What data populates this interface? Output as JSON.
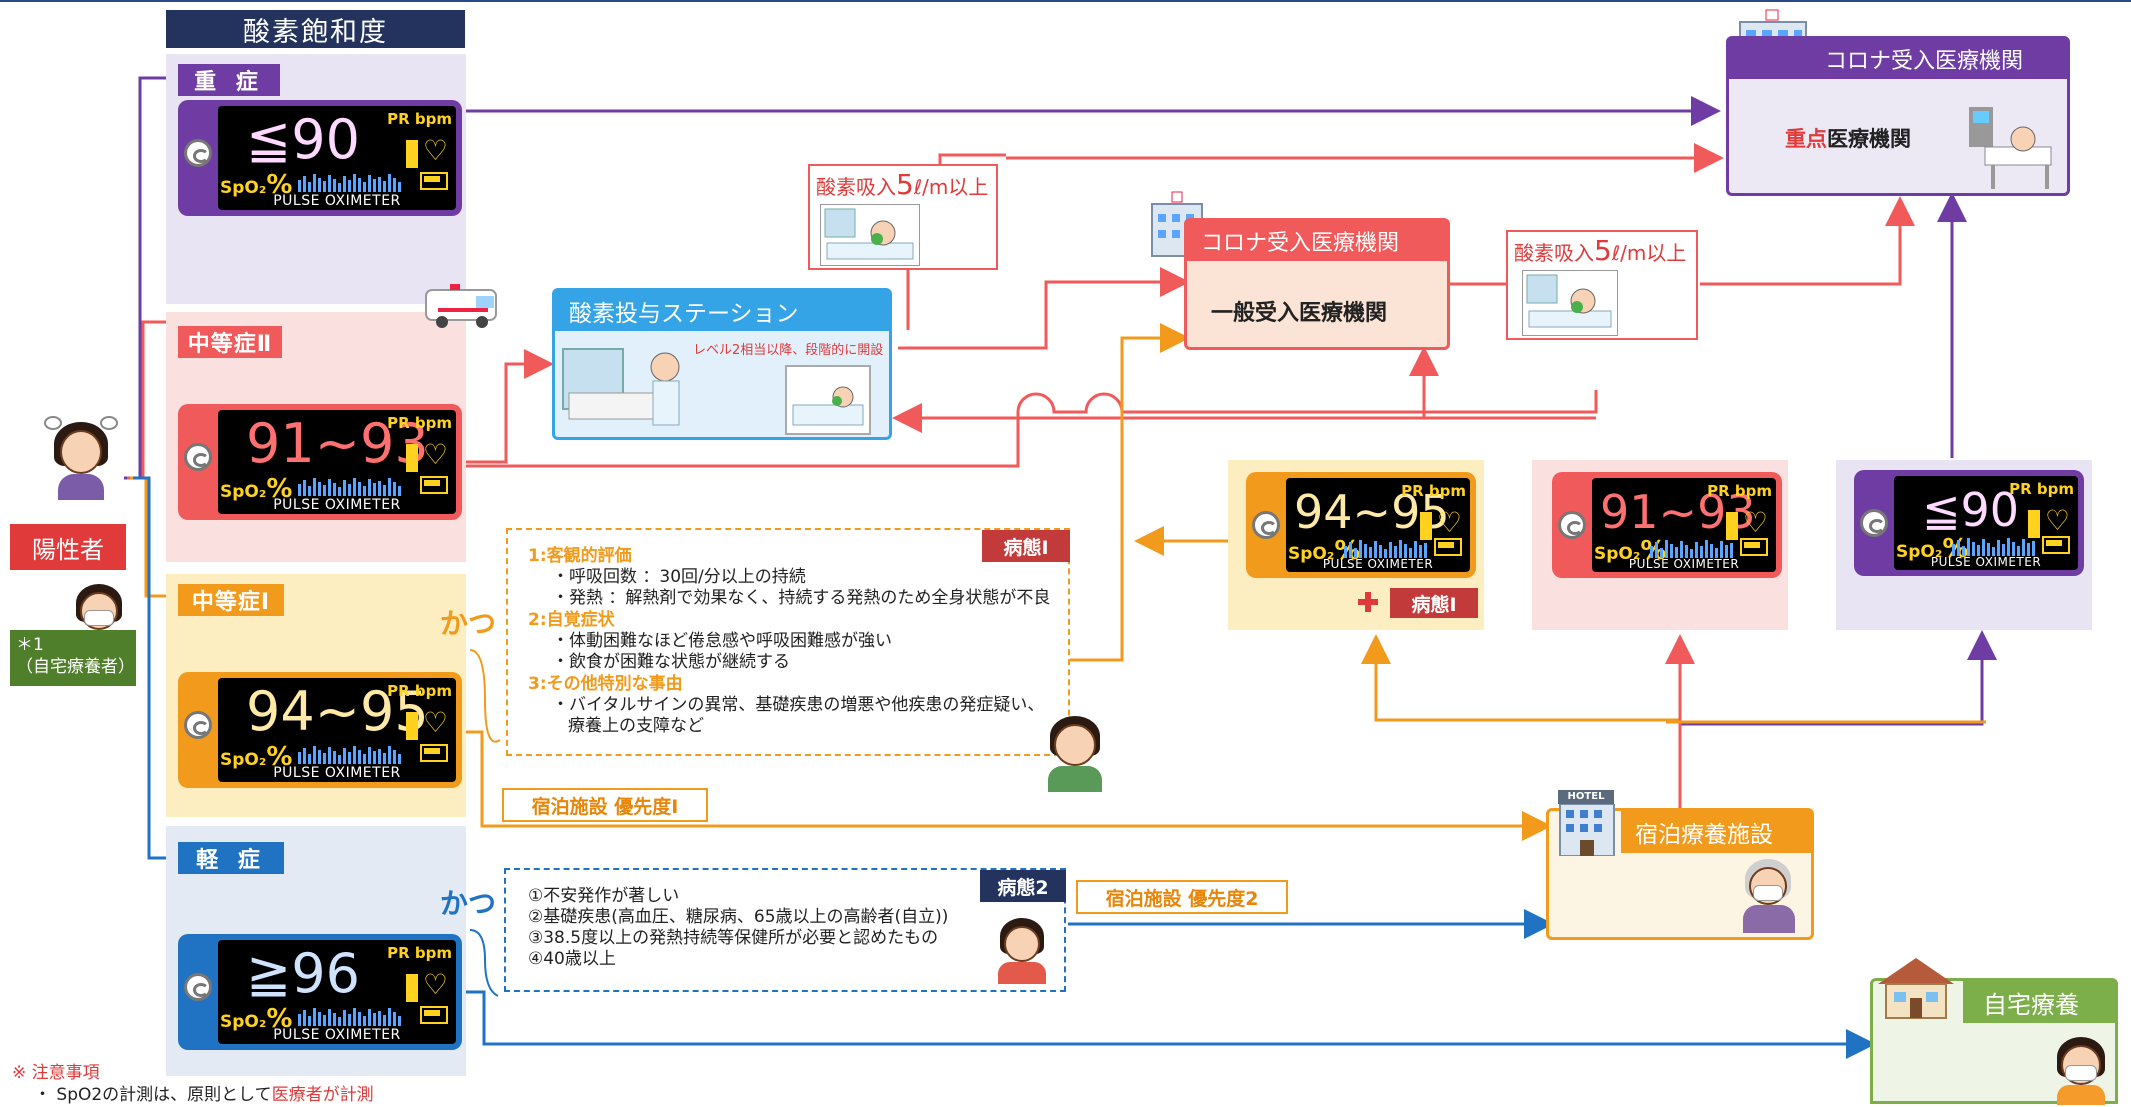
{
  "header": {
    "title": "酸素飽和度"
  },
  "severity": {
    "severe": {
      "label": "重 症",
      "value": "≦90"
    },
    "mod2": {
      "label": "中等症Ⅱ",
      "value": "91~93"
    },
    "mod1": {
      "label": "中等症Ⅰ",
      "value": "94~95"
    },
    "mild": {
      "label": "軽 症",
      "value": "≧96"
    }
  },
  "oximeter": {
    "pr": "PR bpm",
    "spo2": "SpO₂",
    "pct": "%",
    "label": "PULSE OXIMETER",
    "heart": "♡"
  },
  "patient": {
    "positive": "陽性者",
    "home_note_line1": "＊1",
    "home_note_line2": "（自宅療養者）"
  },
  "station": {
    "title": "酸素投与ステーション",
    "note": "レベル2相当以降、段階的に開設"
  },
  "oxygen_label": {
    "text": "酸素吸入",
    "amount": "5",
    "unit": "ℓ/m以上"
  },
  "general_hospital": {
    "header": "コロナ受入医療機関",
    "body": "一般受入医療機関"
  },
  "priority_hospital": {
    "header": "コロナ受入医療機関",
    "body_red": "重点",
    "body_rest": "医療機関"
  },
  "condition1": {
    "badge": "病態Ⅰ",
    "lines": [
      "1:客観的評価",
      "・呼吸回数 ：30回/分以上の持続",
      "・発熱 ：解熱剤で効果なく、持続する発熱のため全身状態が不良",
      "2:自覚症状",
      "・体動困難なほど倦怠感や呼吸困難感が強い",
      "・飲食が困難な状態が継続する",
      "3:その他特別な事由",
      "・バイタルサインの異常、基礎疾患の増悪や他疾患の発症疑い、",
      "療養上の支障など"
    ]
  },
  "condition2": {
    "badge": "病態2",
    "lines": [
      "①不安発作が著しい",
      "②基礎疾患(高血圧、糖尿病、65歳以上の高齢者(自立))",
      "③38.5度以上の発熱持続等保健所が必要と認めたもの",
      "④40歳以上"
    ]
  },
  "katsu": "かつ",
  "hotel_priority1": "宿泊施設 優先度Ⅰ",
  "hotel_priority2": "宿泊施設 優先度2",
  "hotel": {
    "sign": "HOTEL",
    "title": "宿泊療養施設"
  },
  "home": {
    "title": "自宅療養"
  },
  "right_panels": {
    "p1": {
      "value": "94~95",
      "badge": "病態Ⅰ"
    },
    "p2": {
      "value": "91~93"
    },
    "p3": {
      "value": "≦90"
    }
  },
  "footer": {
    "title": "※ 注意事項",
    "line_prefix": "・ SpO2の計測は、原則として",
    "line_red": "医療者が計測"
  },
  "colors": {
    "purple": "#6f3ca3",
    "red": "#f05a5a",
    "orange": "#f29a1b",
    "blue": "#1f73c2",
    "navy": "#23335e",
    "green": "#5b8f2f"
  }
}
